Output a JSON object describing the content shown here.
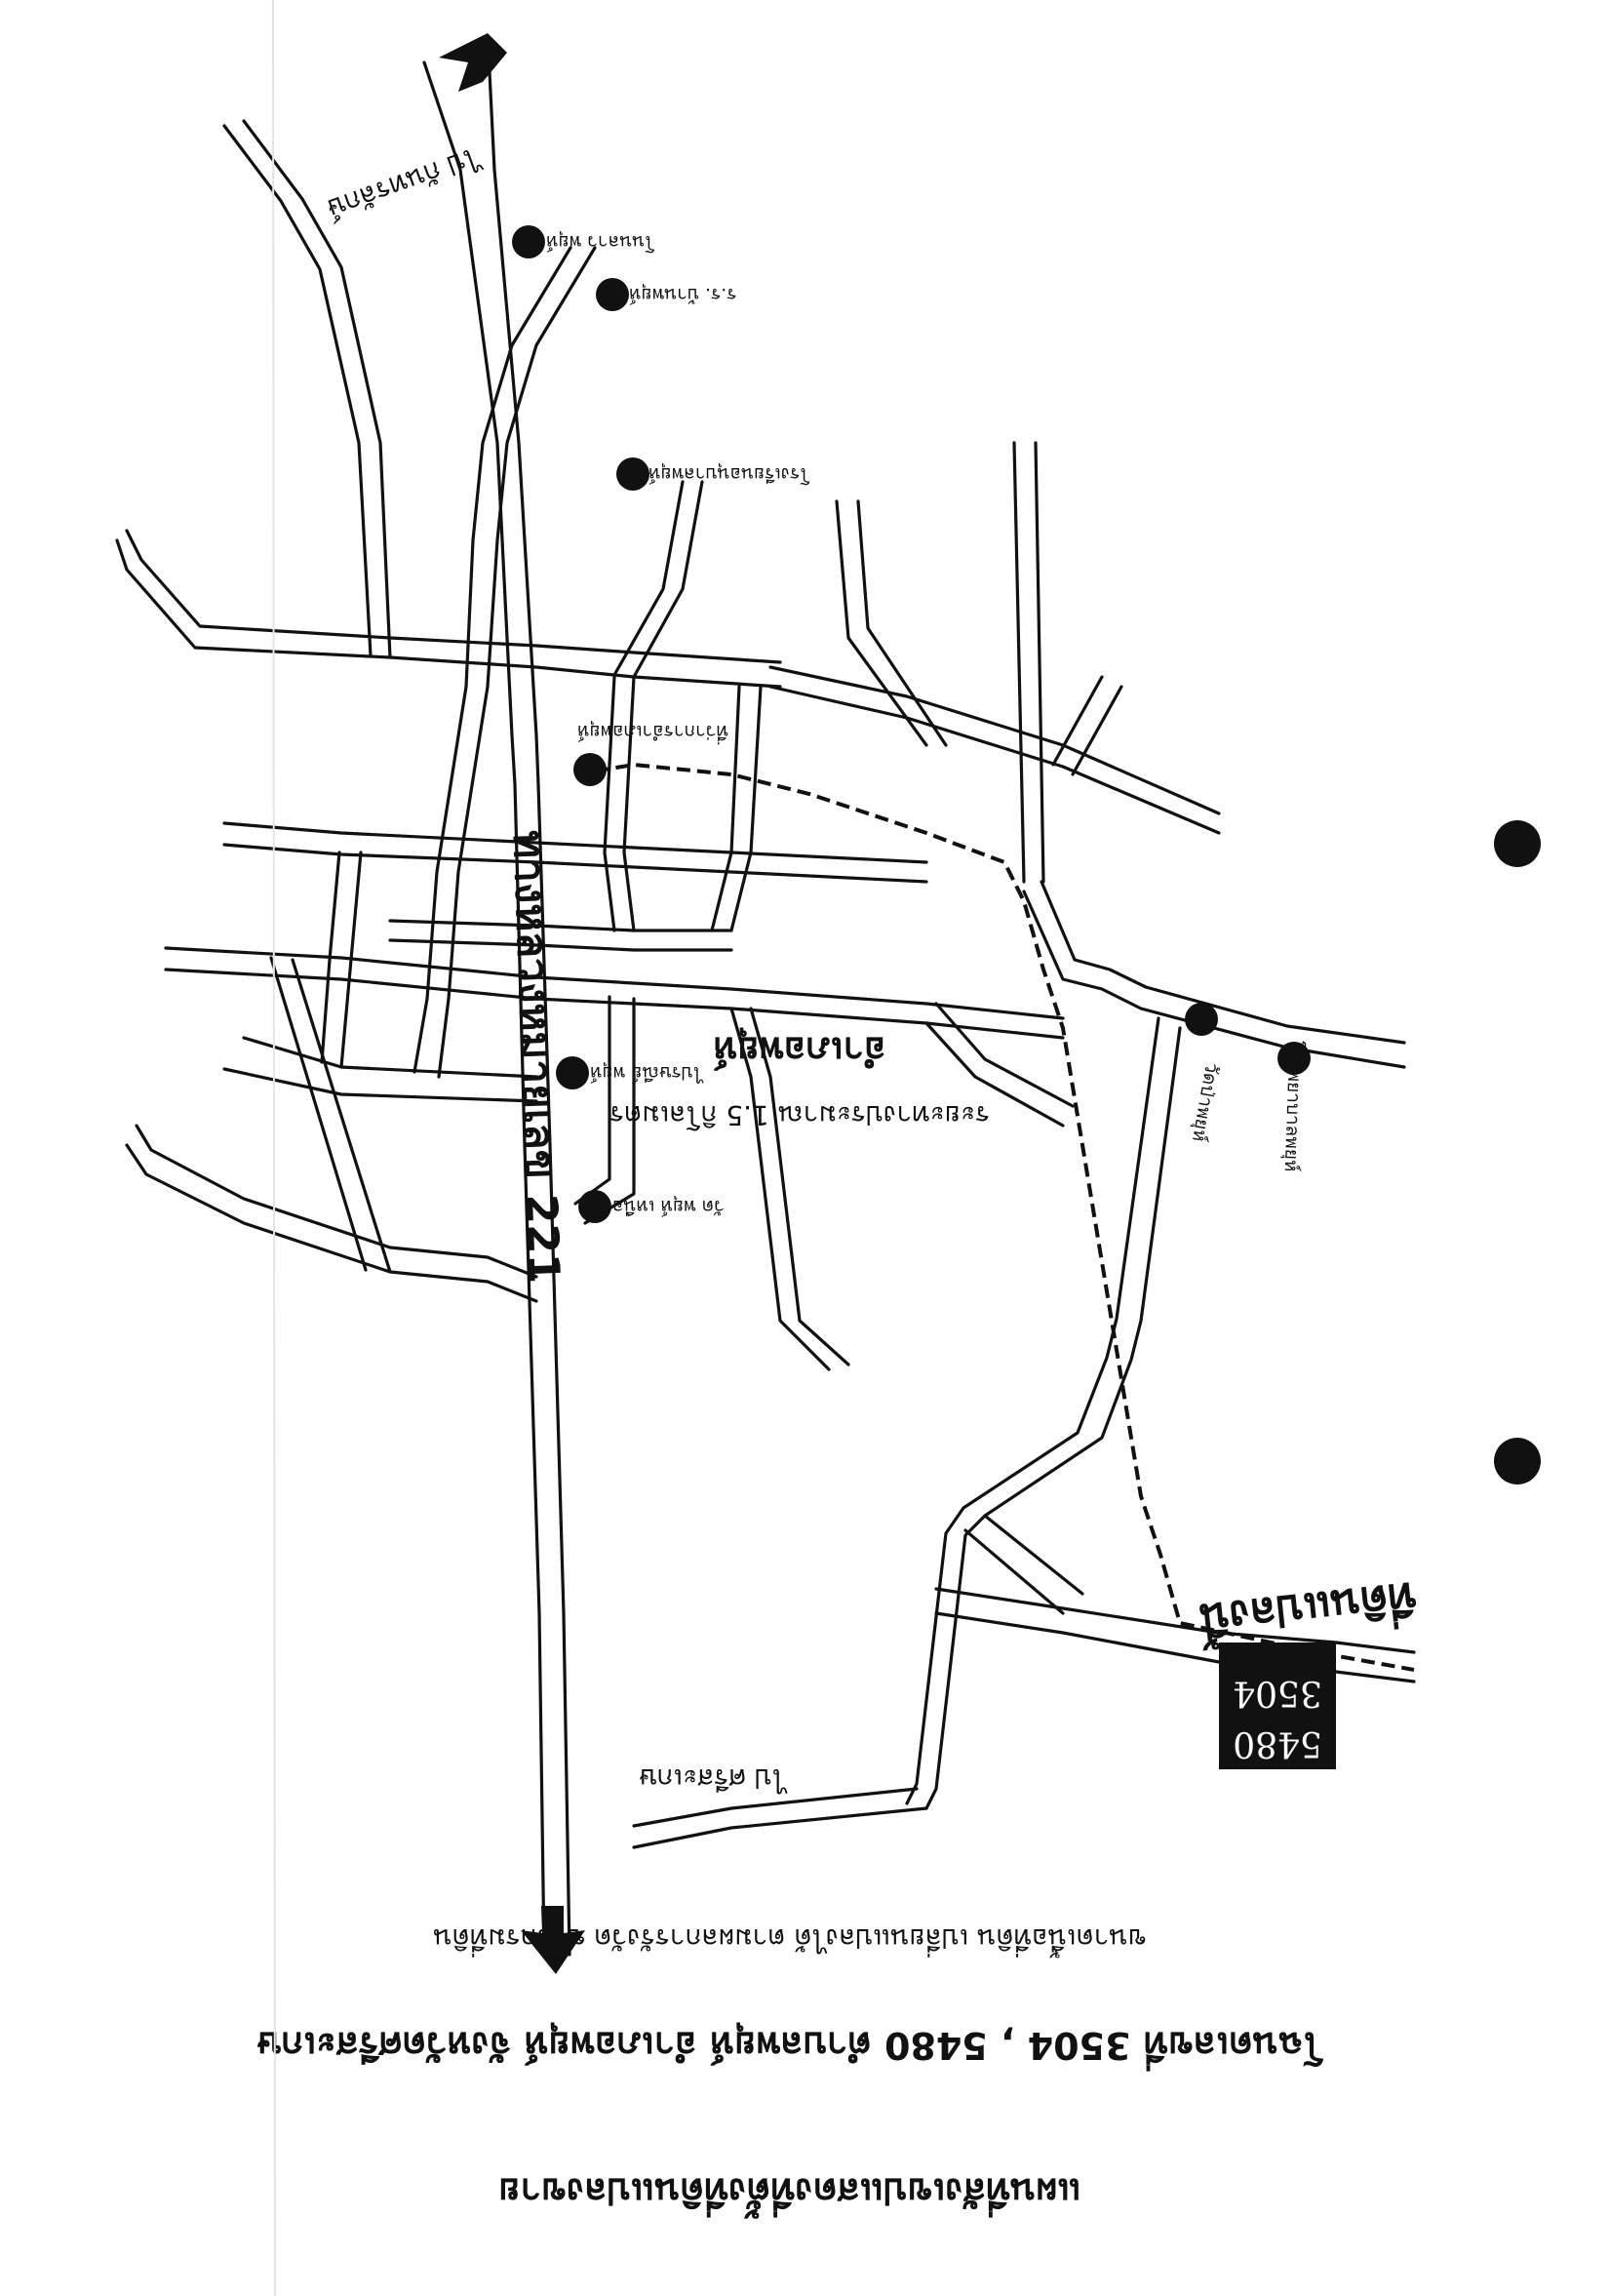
{
  "map": {
    "title": "แผนที่สังเขปแสดงที่ตั้งที่ดินแปลงขาย",
    "subtitle_line1": "โฉนดเลขที่ 3504 , 5480 ตำบลพยุห์ อำเภอพยุห์ จังหวัดศรีสะเกษ",
    "subtitle_line2": "ขนาดเนื้อที่ดิน เปลี่ยนแปลงได้ ตามผลการรังวัด ของกรมที่ดิน",
    "highway_label": "ทางหลวงหมายเลข 221",
    "to_sisaket_label": "ไป ศรีสะเกษ",
    "to_kantharalak_label": "ไป กันทรลักษ์",
    "district_label": "อำเภอพยุห์",
    "distance_label": "ระยะทางประมาณ 1.5 กิโลเมตร",
    "plot_label": "ที่ดินแปลงนี้",
    "plot_numbers": [
      "5480",
      "3504"
    ],
    "places": [
      {
        "id": "ban-lao",
        "label": "โนนลาว พยุห์"
      },
      {
        "id": "school-1",
        "label": "ร.ร. บ้านพยุห์"
      },
      {
        "id": "school-2",
        "label": "โรงเรียนอนุบาลพยุห์"
      },
      {
        "id": "district-office",
        "label": "ที่ว่าการอำเภอพยุห์"
      },
      {
        "id": "post-office",
        "label": "ไปรษณีย์ พยุห์"
      },
      {
        "id": "temple",
        "label": "วัด พยุห์ เหนือ"
      },
      {
        "id": "hospital",
        "label": "โรงพยาบาลพยุห์"
      },
      {
        "id": "wat-1",
        "label": "วัดป่าพยุห์"
      }
    ],
    "colors": {
      "ink": "#111111",
      "paper": "#ffffff"
    }
  }
}
